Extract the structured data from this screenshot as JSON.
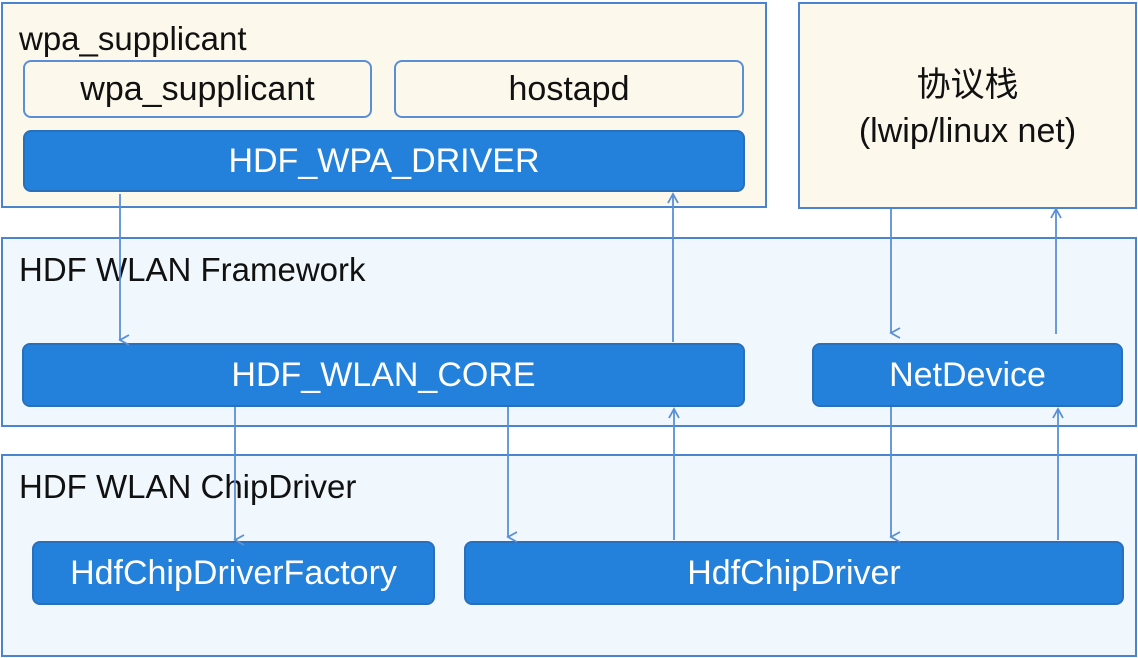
{
  "top_left_panel": {
    "title": "wpa_supplicant",
    "wpa_supplicant_box": "wpa_supplicant",
    "hostapd_box": "hostapd",
    "driver_bar": "HDF_WPA_DRIVER"
  },
  "protocol_stack_panel": {
    "line1": "协议栈",
    "line2": "(lwip/linux net)"
  },
  "framework_panel": {
    "title": "HDF WLAN Framework",
    "core_bar": "HDF_WLAN_CORE",
    "netdevice_box": "NetDevice"
  },
  "chipdriver_panel": {
    "title": "HDF WLAN ChipDriver",
    "factory_box": "HdfChipDriverFactory",
    "chipdriver_box": "HdfChipDriver"
  },
  "colors": {
    "panel_border": "#4a84cf",
    "cream_fill": "#fdf8ec",
    "light_blue_fill": "#f0f8fd",
    "blue_fill": "#2481db",
    "arrow": "#5a8fd6"
  }
}
